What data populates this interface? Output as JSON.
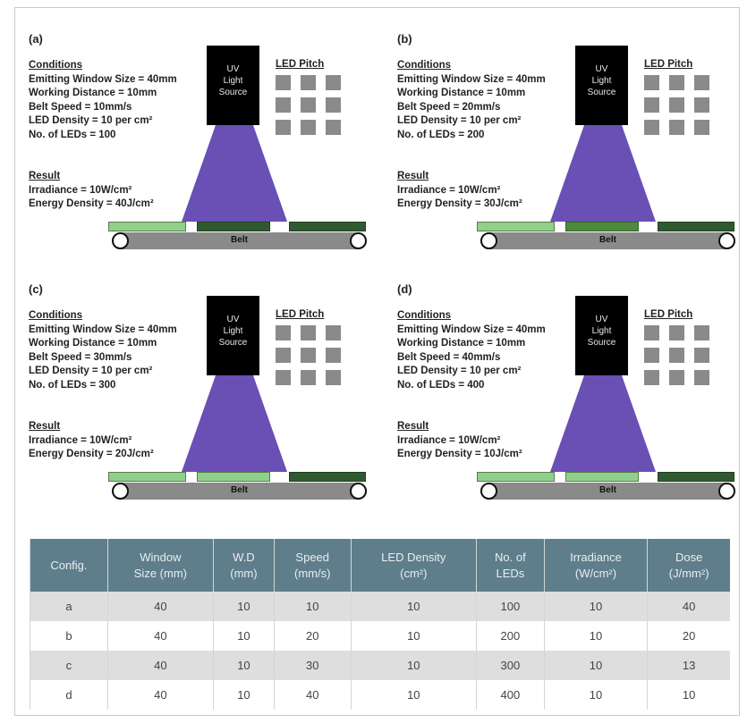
{
  "colors": {
    "beam": "#6a4fb5",
    "light_strip": "#8fd08c",
    "dark_strip": "#2f5a30",
    "table_header": "#5f7e8b",
    "led": "#8a8a8a"
  },
  "common": {
    "conditions_heading": "Conditions",
    "result_heading": "Result",
    "led_pitch_heading": "LED Pitch",
    "uv_line1": "UV",
    "uv_line2": "Light",
    "uv_line3": "Source",
    "belt_label": "Belt"
  },
  "panels": [
    {
      "label": "(a)",
      "conditions": [
        "Emitting Window Size = 40mm",
        "Working Distance = 10mm",
        "Belt Speed = 10mm/s",
        "LED Density = 10 per cm²",
        "No. of LEDs = 100"
      ],
      "results": [
        "Irradiance = 10W/cm²",
        "Energy Density = 40J/cm²"
      ],
      "strips": [
        "light",
        "dark",
        "dark"
      ]
    },
    {
      "label": "(b)",
      "conditions": [
        "Emitting Window Size = 40mm",
        "Working Distance = 10mm",
        "Belt Speed = 20mm/s",
        "LED Density = 10 per cm²",
        "No. of LEDs = 200"
      ],
      "results": [
        "Irradiance = 10W/cm²",
        "Energy Density = 30J/cm²"
      ],
      "strips": [
        "light",
        "mid",
        "dark"
      ]
    },
    {
      "label": "(c)",
      "conditions": [
        "Emitting Window Size = 40mm",
        "Working Distance = 10mm",
        "Belt Speed = 30mm/s",
        "LED Density = 10 per cm²",
        "No. of LEDs = 300"
      ],
      "results": [
        "Irradiance = 10W/cm²",
        "Energy Density = 20J/cm²"
      ],
      "strips": [
        "light",
        "light",
        "dark"
      ]
    },
    {
      "label": "(d)",
      "conditions": [
        "Emitting Window Size = 40mm",
        "Working Distance = 10mm",
        "Belt Speed = 40mm/s",
        "LED Density = 10 per cm²",
        "No. of LEDs = 400"
      ],
      "results": [
        "Irradiance = 10W/cm²",
        "Energy Density = 10J/cm²"
      ],
      "strips": [
        "light",
        "light",
        "dark"
      ]
    }
  ],
  "table": {
    "headers": [
      [
        "Config."
      ],
      [
        "Window",
        "Size (mm)"
      ],
      [
        "W.D",
        "(mm)"
      ],
      [
        "Speed",
        "(mm/s)"
      ],
      [
        "LED Density",
        "(cm²)"
      ],
      [
        "No. of",
        "LEDs"
      ],
      [
        "Irradiance",
        "(W/cm²)"
      ],
      [
        "Dose",
        "(J/mm²)"
      ]
    ],
    "rows": [
      [
        "a",
        "40",
        "10",
        "10",
        "10",
        "100",
        "10",
        "40"
      ],
      [
        "b",
        "40",
        "10",
        "20",
        "10",
        "200",
        "10",
        "20"
      ],
      [
        "c",
        "40",
        "10",
        "30",
        "10",
        "300",
        "10",
        "13"
      ],
      [
        "d",
        "40",
        "10",
        "40",
        "10",
        "400",
        "10",
        "10"
      ]
    ]
  }
}
